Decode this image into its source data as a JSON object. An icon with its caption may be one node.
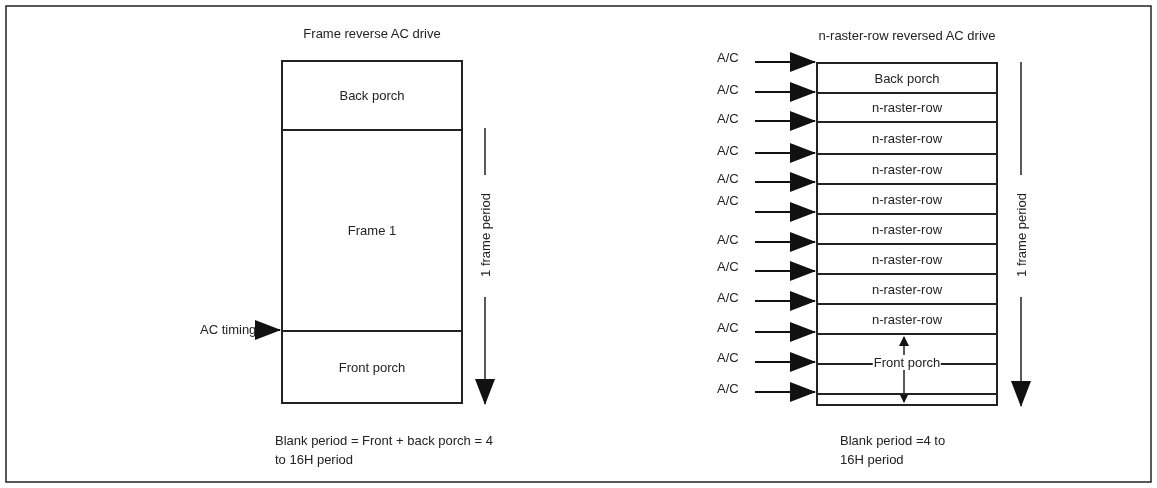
{
  "diagram": {
    "nodes": [
      {
        "text": [
          "Frame reverse AC drive"
        ]
      },
      {
        "text": [
          "Back porch"
        ],
        "in": 0
      },
      {
        "text": [
          "Frame 1"
        ],
        "in": 0
      },
      {
        "text": [
          "Front porch"
        ],
        "in": 0
      },
      {
        "text": [
          "AC timing"
        ]
      },
      {
        "text": [
          "n-raster-row reversed AC drive"
        ]
      },
      {
        "text": [
          "Back porch"
        ],
        "in": 5
      },
      {
        "text": [
          "n-raster-row"
        ],
        "in": 5
      },
      {
        "text": [
          "n-raster-row"
        ],
        "in": 5
      },
      {
        "text": [
          "n-raster-row"
        ],
        "in": 5
      },
      {
        "text": [
          "n-raster-row"
        ],
        "in": 5
      },
      {
        "text": [
          "n-raster-row"
        ],
        "in": 5
      },
      {
        "text": [
          "n-raster-row"
        ],
        "in": 5
      },
      {
        "text": [
          "n-raster-row"
        ],
        "in": 5
      },
      {
        "text": [
          "n-raster-row"
        ],
        "in": 5
      },
      {
        "text": [
          "Front porch"
        ],
        "in": 5
      },
      {
        "text": [
          "A/C"
        ]
      },
      {
        "text": [
          "A/C"
        ]
      },
      {
        "text": [
          "A/C"
        ]
      },
      {
        "text": [
          "A/C"
        ]
      },
      {
        "text": [
          "A/C"
        ]
      },
      {
        "text": [
          "A/C"
        ]
      },
      {
        "text": [
          "A/C"
        ]
      },
      {
        "text": [
          "A/C"
        ]
      },
      {
        "text": [
          "A/C"
        ]
      },
      {
        "text": [
          "A/C"
        ]
      },
      {
        "text": [
          "A/C"
        ]
      },
      {
        "text": [
          "A/C"
        ]
      }
    ],
    "edges": [
      {
        "from": 4,
        "to": 0,
        "arrow": "to"
      },
      {
        "from": 16,
        "to": 5,
        "arrow": "to"
      },
      {
        "from": 17,
        "to": 5,
        "arrow": "to"
      },
      {
        "from": 18,
        "to": 5,
        "arrow": "to"
      },
      {
        "from": 19,
        "to": 5,
        "arrow": "to"
      },
      {
        "from": 20,
        "to": 5,
        "arrow": "to"
      },
      {
        "from": 21,
        "to": 5,
        "arrow": "to"
      },
      {
        "from": 22,
        "to": 5,
        "arrow": "to"
      },
      {
        "from": 23,
        "to": 5,
        "arrow": "to"
      },
      {
        "from": 24,
        "to": 5,
        "arrow": "to"
      },
      {
        "from": 25,
        "to": 5,
        "arrow": "to"
      },
      {
        "from": 26,
        "to": 5,
        "arrow": "to"
      },
      {
        "from": 27,
        "to": 5,
        "arrow": "to"
      }
    ],
    "labels": [
      "1 frame period",
      "Blank period = Front + back porch = 4 to 16H period",
      "1 frame period",
      "Blank period =4 to 16H period"
    ]
  }
}
